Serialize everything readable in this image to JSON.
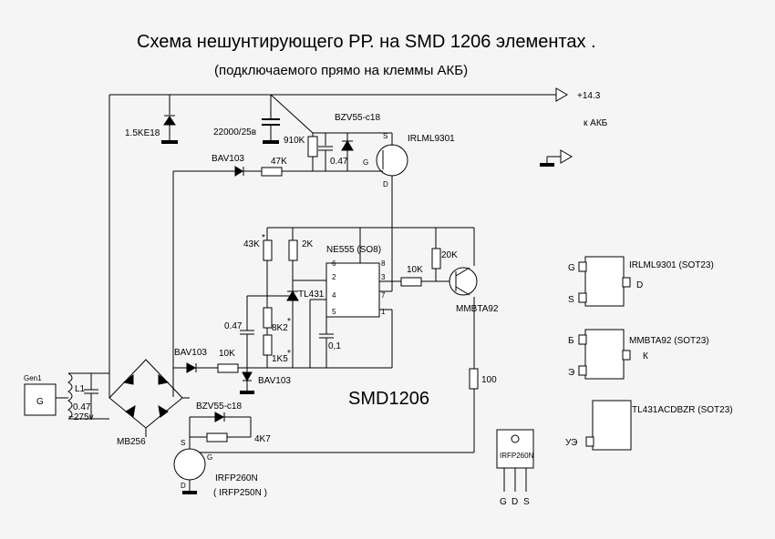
{
  "title": "Схема нешунтирующего РР. на SMD 1206 элементах .",
  "subtitle": "(подключаемого прямо на клеммы АКБ)",
  "ports": {
    "plus": "+14.3",
    "akb": "к АКБ"
  },
  "components": {
    "tvs": "1.5KE18",
    "cap_big": "22000/25в",
    "zener_top": "BZV55-c18",
    "r_910k": "910K",
    "c_047_top": "0.47",
    "mosfet_top": "IRLML9301",
    "d_bav_top": "BAV103",
    "r_47k": "47K",
    "pin_s_top": "S",
    "pin_g_top": "G",
    "pin_d_top": "D",
    "r_43k": "43K",
    "star": "*",
    "r_2k": "2K",
    "ic": "NE555 (SO8)",
    "r_20k": "20K",
    "r_10k_a": "10K",
    "transistor": "MMBTA92",
    "tl431": "TL431",
    "c_047_mid": "0.47",
    "r_8k2": "8K2",
    "r_1k5": "1K5",
    "c_01": "0,1",
    "d_bav_mid": "BAV103",
    "r_10k_b": "10K",
    "d_bav_low": "BAV103",
    "r_100": "100",
    "smd": "SMD1206",
    "gen": "Gen1",
    "gen_symbol": "G",
    "l1": "L1",
    "c_047_ac": "0.47",
    "c_ac_v": "~275v",
    "bridge": "MB256",
    "zener_low": "BZV55-c18",
    "r_4k7": "4K7",
    "pin_s_low": "S",
    "pin_g_low": "G",
    "pin_d_low": "D",
    "mosfet_low": "IRFP260N",
    "mosfet_low_alt": "( IRFP250N )"
  },
  "ic_pins": [
    "6",
    "8",
    "2",
    "3",
    "4",
    "7",
    "5",
    "1"
  ],
  "packages": {
    "irlml": {
      "name": "IRLML9301   (SOT23)",
      "g": "G",
      "s": "S",
      "d": "D"
    },
    "mmbta": {
      "name": "MMBTA92   (SOT23)",
      "b": "Б",
      "e": "Э",
      "k": "К"
    },
    "tl431": {
      "name": "TL431ACDBZR   (SOT23)",
      "ue": "УЭ"
    },
    "to247": {
      "name": "IRFP260N",
      "g": "G",
      "d": "D",
      "s": "S"
    }
  }
}
